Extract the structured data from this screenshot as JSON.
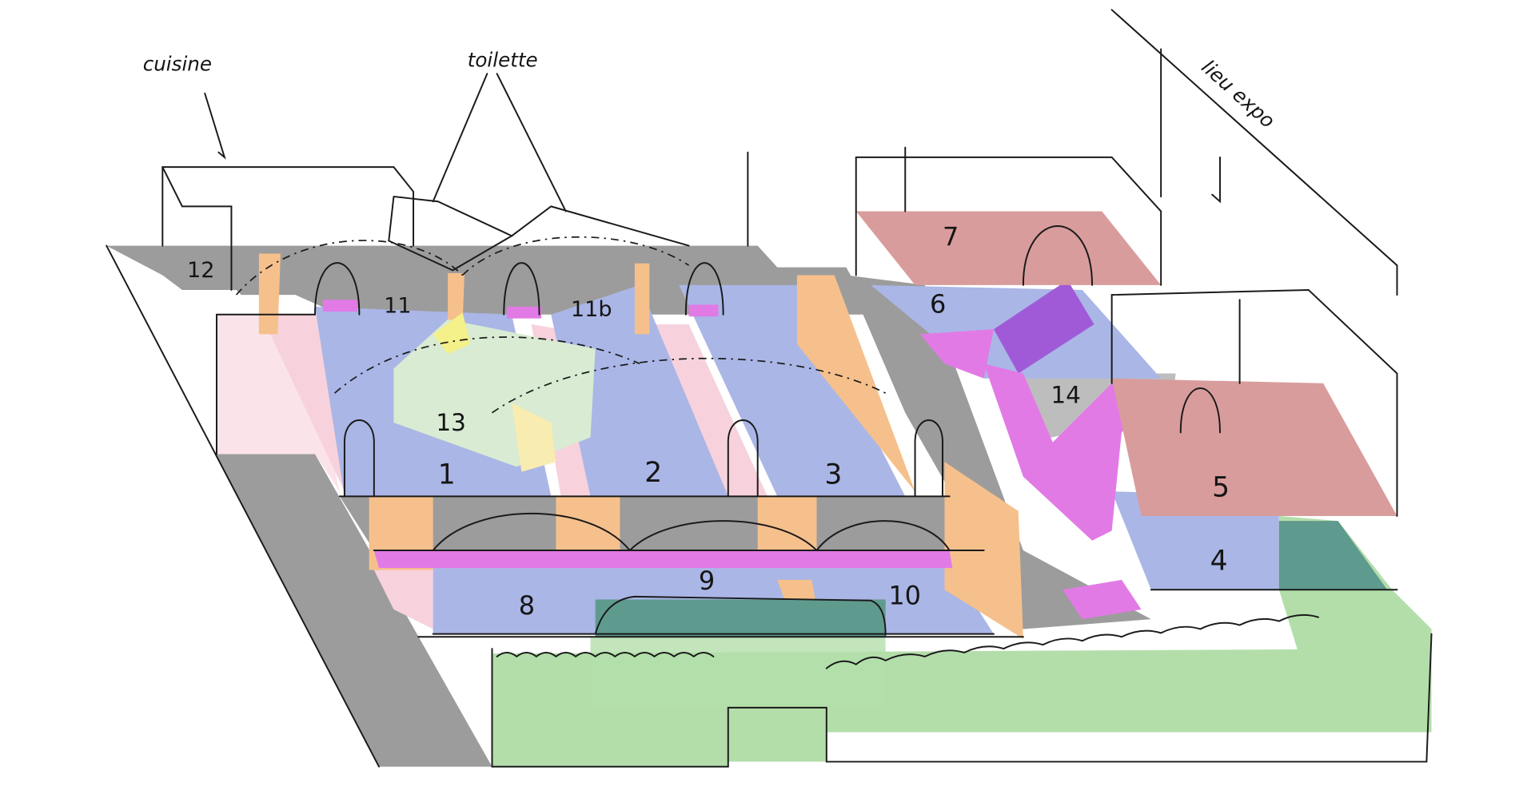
{
  "annotations": {
    "kitchen": "cuisine",
    "toilet": "toilette",
    "exhibition": "lieu expo"
  },
  "rooms": {
    "r1": "1",
    "r2": "2",
    "r3": "3",
    "r4": "4",
    "r5": "5",
    "r6": "6",
    "r7": "7",
    "r8": "8",
    "r9": "9",
    "r10": "10",
    "r11": "11",
    "r11b": "11b",
    "r12": "12",
    "r13": "13",
    "r14": "14"
  },
  "colors": {
    "corridor": "#9c9c9c",
    "vault_blue": "#aab6e6",
    "pink": "#f7d2dc",
    "orange": "#f6c08c",
    "magenta": "#e27ae6",
    "purple": "#a05ad8",
    "red": "#d99c9c",
    "garden": "#b3deaa",
    "teal": "#5f9a8e",
    "box13": "#d9ebd2",
    "yellow": "#f4f08a"
  }
}
